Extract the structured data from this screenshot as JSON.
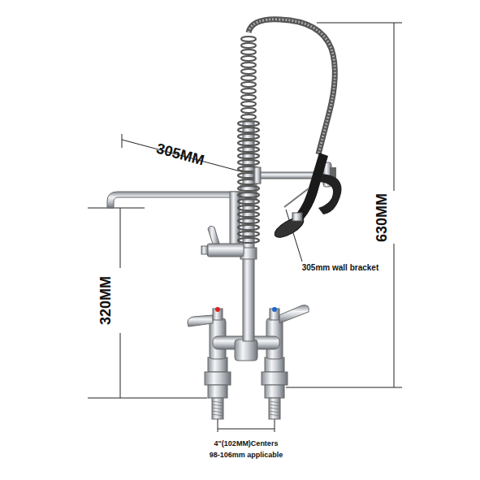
{
  "diagram": {
    "labels": [
      "305MM",
      "630MM",
      "320MM",
      "305mm wall bracket",
      "4\"(102MM)Centers",
      "98-106mm applicable"
    ]
  }
}
